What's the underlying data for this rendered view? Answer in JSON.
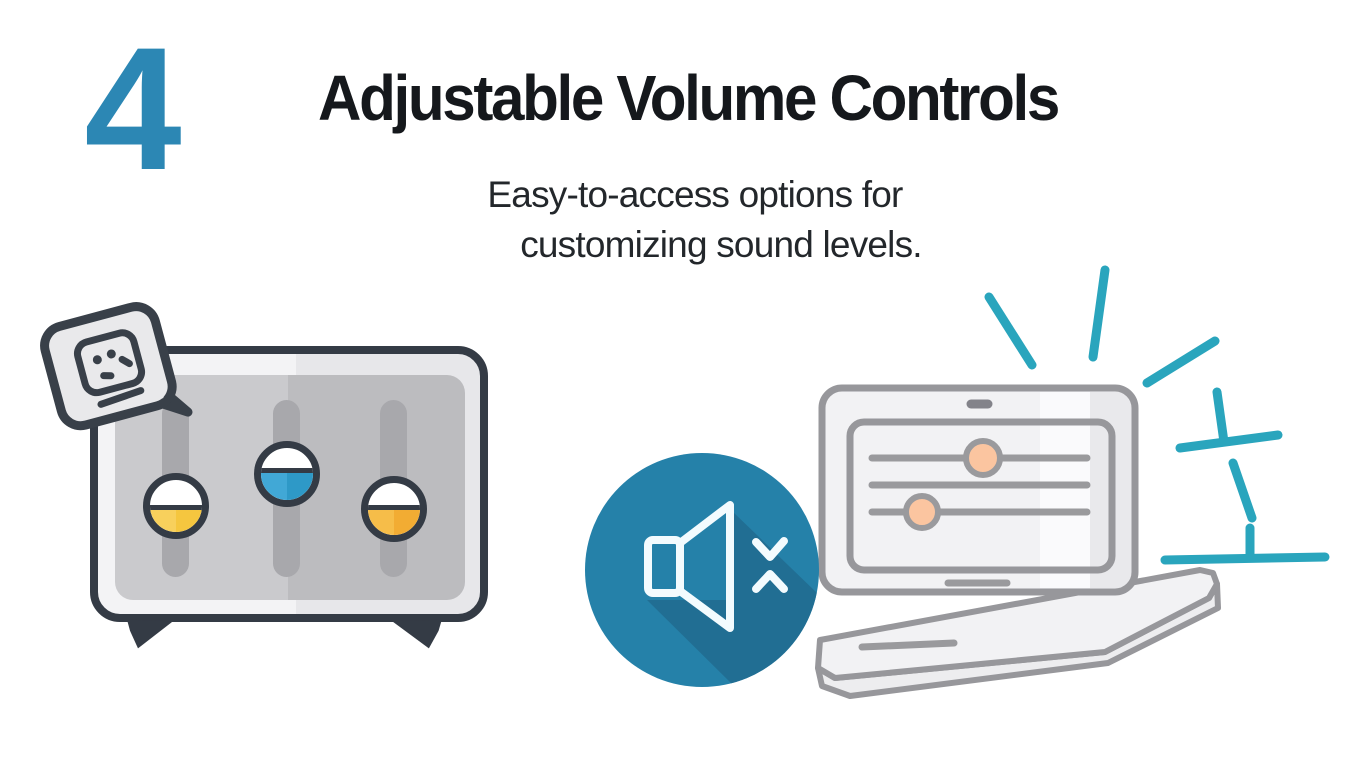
{
  "slide": {
    "step_number": "4",
    "title": "Adjustable Volume Controls",
    "subtitle_line1": "Easy-to-access options for",
    "subtitle_line2": "customizing sound levels."
  },
  "colors": {
    "background": "#FFFFFF",
    "step_number_blue": "#2C87B4",
    "title_text": "#15181C",
    "subtitle_text": "#23272B",
    "accent_teal": "#2AA5BD",
    "speaker_circle": "#2581A9",
    "speaker_circle_shadow": "#216E93",
    "mixer_outline": "#343B45",
    "mixer_body_light": "#F3F3F5",
    "mixer_body_dark": "#E7E7EA",
    "mixer_panel_light": "#CACACD",
    "mixer_panel_dark": "#BCBCBF",
    "slider_track": "#A8A8AC",
    "knob_yellow": "#F5C63F",
    "knob_blue": "#2E99C7",
    "knob_orange": "#F2AC33",
    "knob_top_white": "#FFFFFF",
    "bubble_fill": "#E9E9EB",
    "bubble_outline": "#394049",
    "laptop_outline": "#97979B",
    "laptop_body": "#F2F2F4",
    "screen_line": "#9A9A9D",
    "screen_knob_peach": "#FBC5A0"
  },
  "icons": {
    "speech_bubble": "caption-speech-bubble-icon",
    "mixer": "audio-mixer-sliders-icon",
    "speaker": "muted-speaker-icon",
    "laptop": "laptop-volume-settings-icon",
    "rays": "sound-burst-rays-icon"
  },
  "illustrations": {
    "mixer_sliders": [
      {
        "knob": "yellow",
        "level": "low"
      },
      {
        "knob": "blue",
        "level": "high"
      },
      {
        "knob": "orange",
        "level": "low"
      }
    ],
    "laptop_screen": {
      "slider_rows": 3,
      "knobs": 2
    },
    "sound_ray_count": 8
  }
}
